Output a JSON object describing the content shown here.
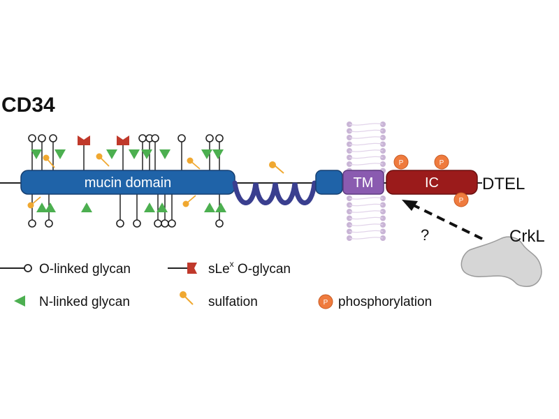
{
  "title": "CD34",
  "domains": {
    "mucin": "mucin domain",
    "tm": "TM",
    "ic": "IC",
    "tail": "DTEL"
  },
  "partner": {
    "name": "CrkL",
    "question": "?"
  },
  "legend": {
    "o_linked": "O-linked glycan",
    "slex_prefix": "sLe",
    "slex_sup": "x",
    "slex_suffix": " O-glycan",
    "n_linked": "N-linked glycan",
    "sulfation": "sulfation",
    "phosphorylation": "phosphorylation",
    "p_symbol": "P"
  },
  "colors": {
    "mucin": "#1f63a8",
    "tm": "#8a5bb0",
    "ic": "#9b1b1b",
    "n_glycan": "#4caf50",
    "slex": "#c0392b",
    "sulfation": "#f0a830",
    "phospho": "#ef7b3e",
    "linker": "#3a3f8f",
    "membrane": "#c9b5d6",
    "crkl": "#d6d6d6"
  }
}
